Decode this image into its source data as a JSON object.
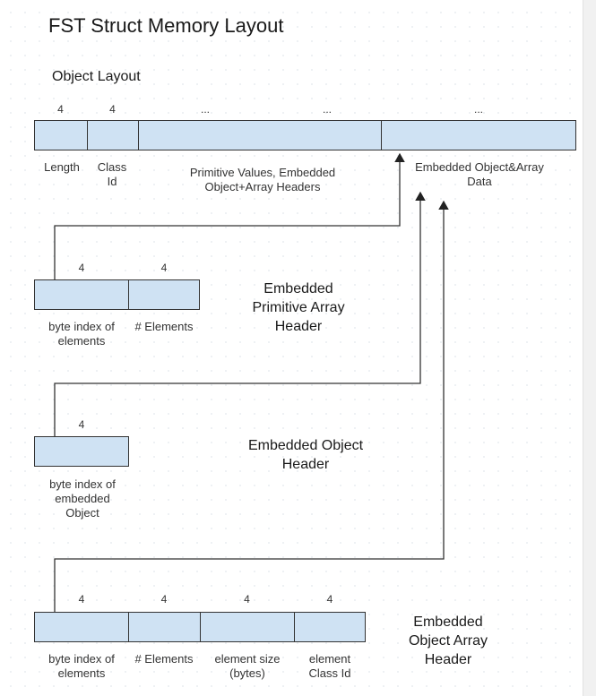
{
  "title": "FST Struct Memory Layout",
  "object_layout": {
    "heading": "Object Layout",
    "sizes": [
      "4",
      "4",
      "...",
      "...",
      "..."
    ],
    "fields": [
      "Length",
      "Class Id",
      "Primitive Values, Embedded Object+Array Headers",
      "Embedded Object&Array Data"
    ]
  },
  "primitive_array_header": {
    "heading": "Embedded Primitive Array Header",
    "sizes": [
      "4",
      "4"
    ],
    "fields": [
      "byte index of elements",
      "# Elements"
    ]
  },
  "object_header": {
    "heading": "Embedded Object Header",
    "sizes": [
      "4"
    ],
    "fields": [
      "byte index of embedded Object"
    ]
  },
  "object_array_header": {
    "heading": "Embedded Object Array Header",
    "sizes": [
      "4",
      "4",
      "4",
      "4"
    ],
    "fields": [
      "byte index of elements",
      "# Elements",
      "element size (bytes)",
      "element Class Id"
    ]
  },
  "colors": {
    "cell_fill": "#cfe2f3",
    "stroke": "#333333"
  }
}
